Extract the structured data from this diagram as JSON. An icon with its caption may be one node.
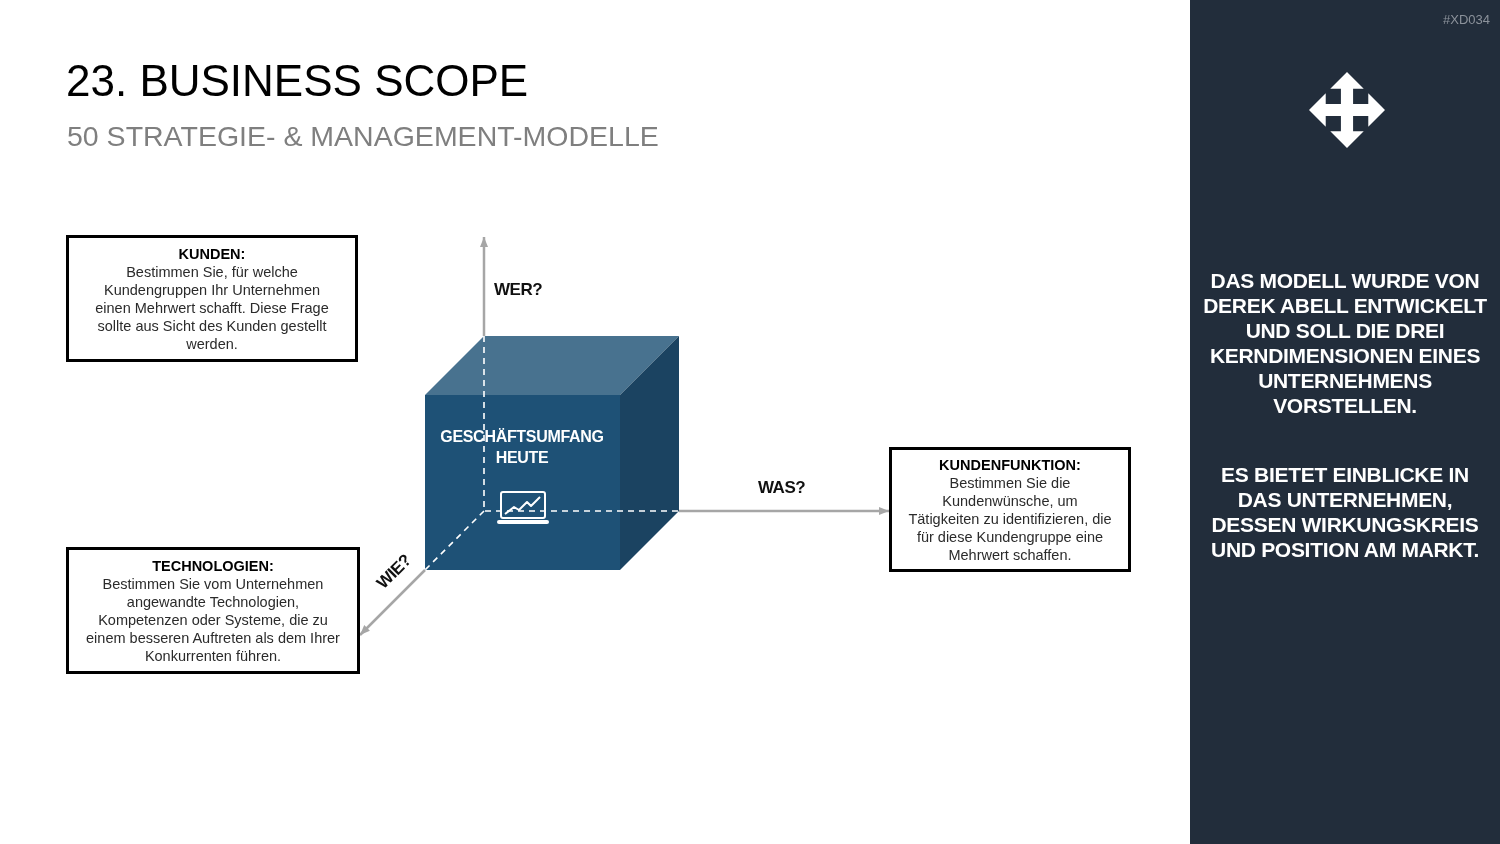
{
  "diagram": {
    "title": "23. BUSINESS SCOPE",
    "nodes": [
      {
        "text": [
          "KUNDEN:",
          "Bestimmen Sie, für welche Kundengruppen Ihr Unternehmen einen Mehrwert schafft. Diese Frage sollte aus Sicht des Kunden gestellt werden."
        ]
      },
      {
        "text": [
          "GESCHÄFTSUMFANG HEUTE"
        ]
      },
      {
        "text": [
          "KUNDENFUNKTION:",
          "Bestimmen Sie die Kundenwünsche, um Tätigkeiten zu identifizieren, die für diese Kundengruppe eine Mehrwert schaffen."
        ]
      },
      {
        "text": [
          "TECHNOLOGIEN:",
          "Bestimmen Sie vom Unternehmen angewandte Technologien, Kompetenzen oder Systeme, die zu einem besseren Auftreten als dem Ihrer Konkurrenten führen."
        ]
      }
    ],
    "edges": [
      {
        "from": 1,
        "to": null,
        "arrow": "to",
        "label": "WER?"
      },
      {
        "from": 1,
        "to": 2,
        "arrow": "to",
        "label": "WAS?"
      },
      {
        "from": 1,
        "to": 3,
        "arrow": "to",
        "label": "WIE?"
      }
    ],
    "labels": [
      "50 STRATEGIE- & MANAGEMENT-MODELLE",
      "#XD034",
      "DAS MODELL WURDE VON DEREK ABELL ENTWICKELT UND SOLL DIE DREI KERNDIMENSIONEN EINES UNTERNEHMENS VORSTELLEN.",
      "ES BIETET EINBLICKE IN DAS UNTERNEHMEN, DESSEN WIRKUNGSKREIS UND POSITION AM MARKT."
    ]
  }
}
